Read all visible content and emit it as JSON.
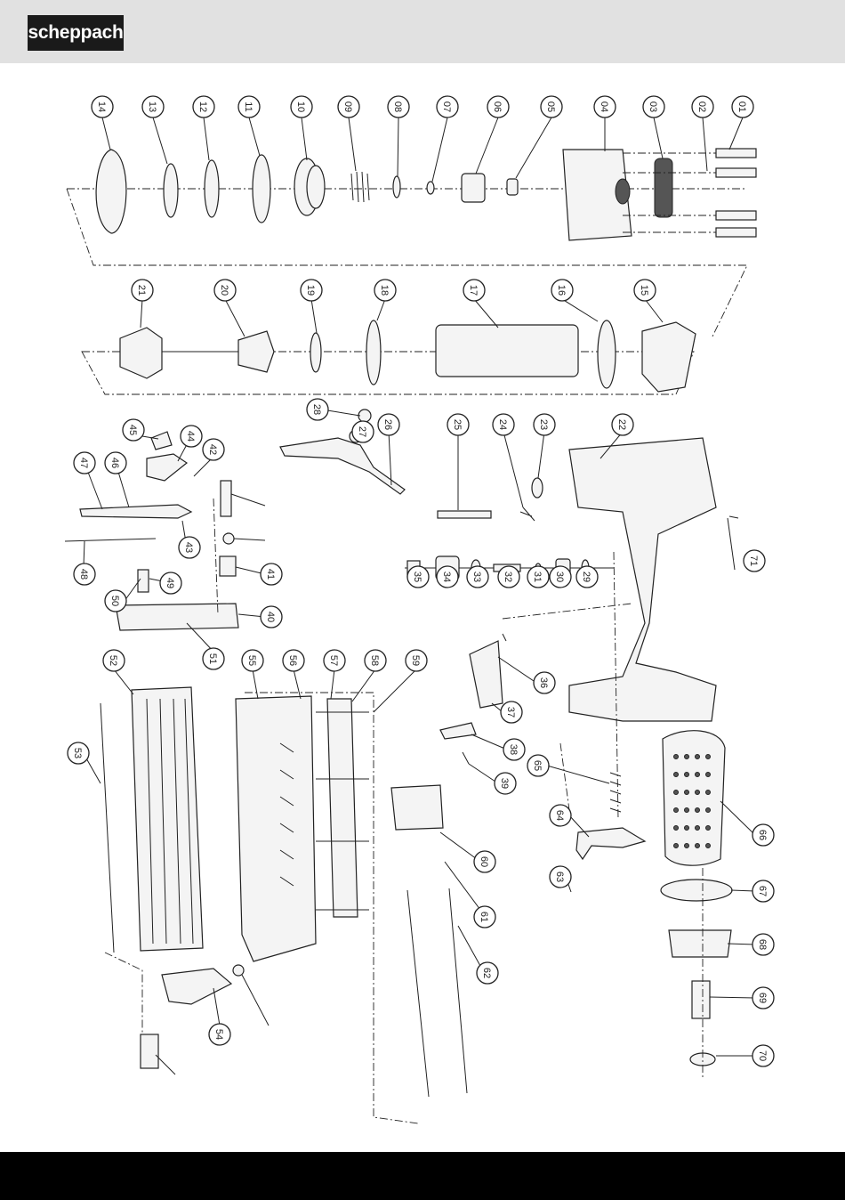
{
  "brand": {
    "logo_text": "scheppach"
  },
  "callouts": [
    "01",
    "02",
    "03",
    "04",
    "05",
    "06",
    "07",
    "08",
    "09",
    "10",
    "11",
    "12",
    "13",
    "14",
    "15",
    "16",
    "17",
    "18",
    "19",
    "20",
    "21",
    "22",
    "23",
    "24",
    "25",
    "26",
    "27",
    "28",
    "29",
    "30",
    "31",
    "32",
    "33",
    "34",
    "35",
    "36",
    "37",
    "38",
    "39",
    "40",
    "41",
    "42",
    "43",
    "44",
    "45",
    "46",
    "47",
    "48",
    "49",
    "50",
    "51",
    "52",
    "53",
    "54",
    "55",
    "56",
    "57",
    "58",
    "59",
    "60",
    "61",
    "62",
    "63",
    "64",
    "65",
    "66",
    "67",
    "68",
    "69",
    "70",
    "71"
  ]
}
